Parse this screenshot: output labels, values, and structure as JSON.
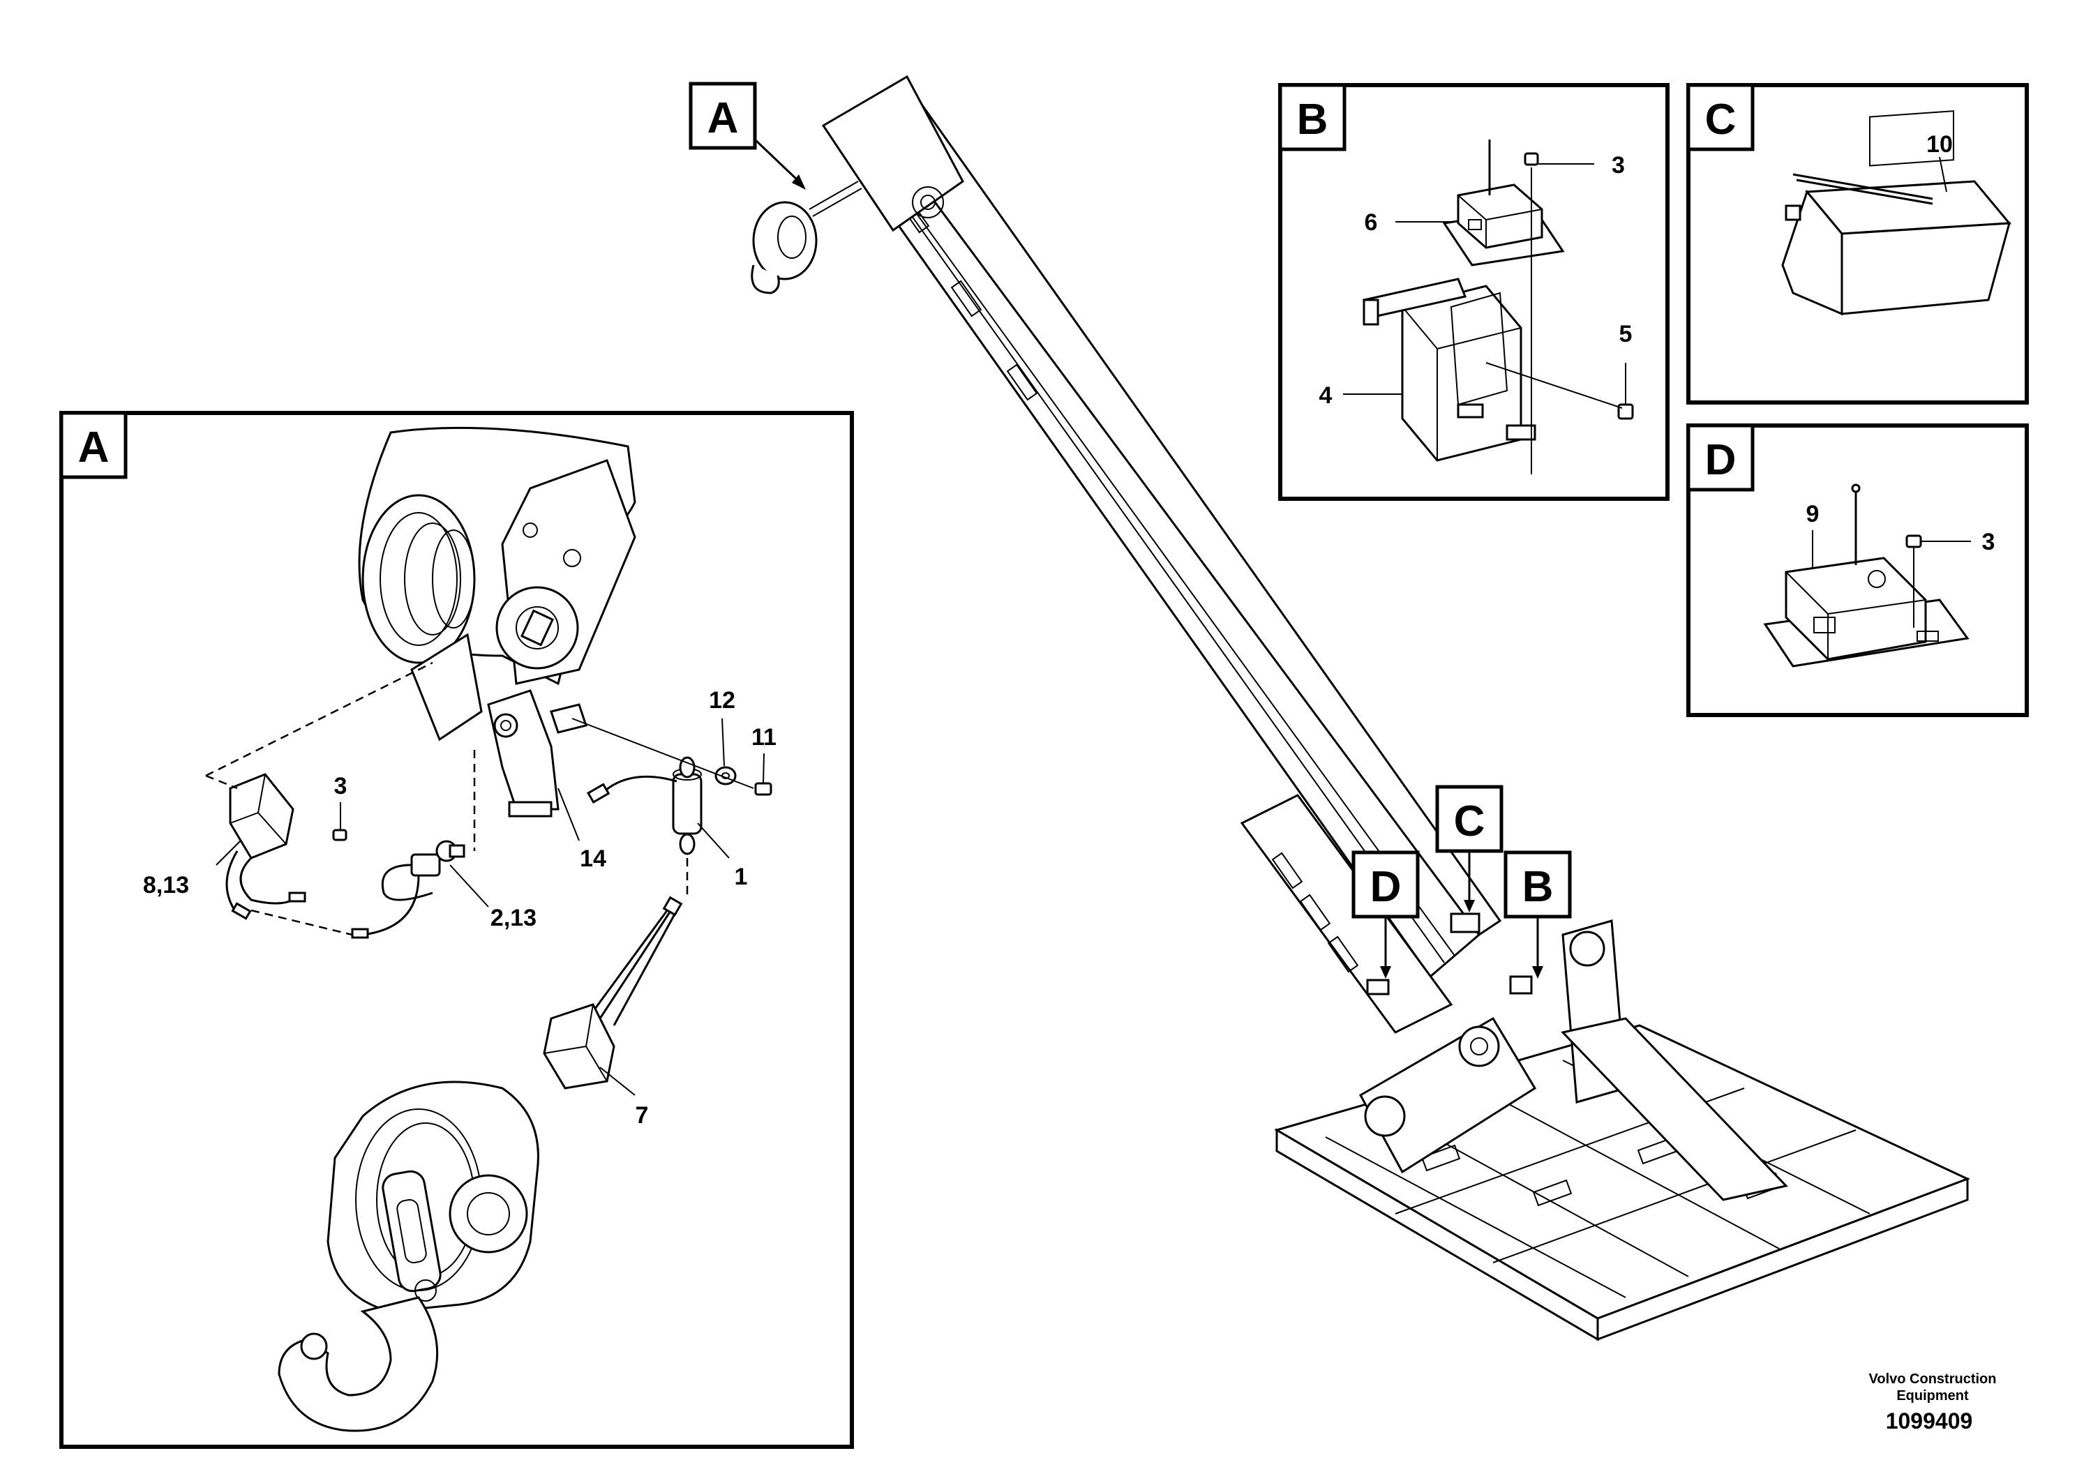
{
  "view_tags": {
    "main_A": "A",
    "panel_A": "A",
    "panel_B": "B",
    "panel_C": "C",
    "panel_D": "D",
    "main_B": "B",
    "main_C": "C",
    "main_D": "D"
  },
  "panel_a_labels": {
    "p12": "12",
    "p11": "11",
    "p3": "3",
    "p8_13": "8,13",
    "p14": "14",
    "p1": "1",
    "p2_13": "2,13",
    "p7": "7"
  },
  "panel_b_labels": {
    "p3": "3",
    "p6": "6",
    "p5": "5",
    "p4": "4"
  },
  "panel_c_labels": {
    "p10": "10"
  },
  "panel_d_labels": {
    "p9": "9",
    "p3": "3"
  },
  "footer": {
    "company_line1": "Volvo Construction",
    "company_line2": "Equipment",
    "drawing_number": "1099409"
  }
}
